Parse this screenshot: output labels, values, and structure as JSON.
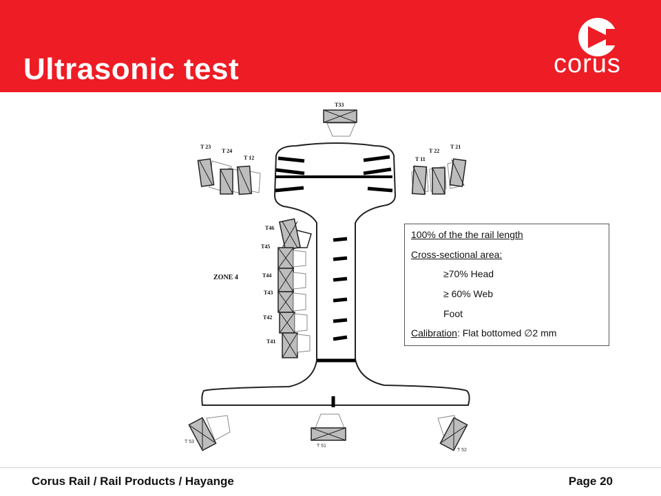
{
  "slide": {
    "title": "Ultrasonic test",
    "brand": "corus",
    "accent_color": "#ee1c25"
  },
  "diagram": {
    "probes": {
      "top": "T33",
      "head_left": [
        "T 23",
        "T 24",
        "T 12"
      ],
      "head_right": [
        "T 22",
        "T 21",
        "T 11"
      ],
      "web": [
        "T46",
        "T45",
        "T44",
        "T43",
        "T42",
        "T41"
      ],
      "bottom": [
        "T 53",
        "T 51",
        "T 52"
      ]
    },
    "zone_label": "ZONE 4"
  },
  "info": {
    "length": "100% of the the rail length",
    "cross_section": "Cross-sectional area:",
    "head": "≥70%   Head",
    "web": "≥ 60% Web",
    "foot": "Foot",
    "calibration_label": "Calibration",
    "calibration_value": ":   Flat bottomed ∅2 mm"
  },
  "footer": {
    "left": "Corus Rail / Rail Products / Hayange",
    "right": "Page 20"
  }
}
